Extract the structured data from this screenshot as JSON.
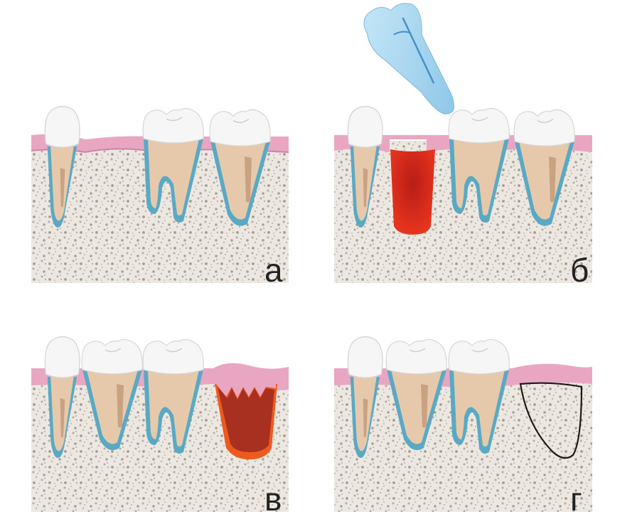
{
  "panels": [
    {
      "id": "a",
      "label": "а",
      "stage": "teeth-in-bone"
    },
    {
      "id": "b",
      "label": "б",
      "stage": "extraction-with-blood-filled-socket"
    },
    {
      "id": "c",
      "label": "в",
      "stage": "clot-organization"
    },
    {
      "id": "d",
      "label": "г",
      "stage": "bone-filled-socket"
    }
  ],
  "colors": {
    "bone": "#ece8e1",
    "bone_pore": "#b9b1a6",
    "gum": "#e9a6c3",
    "gum_dark": "#d57fa7",
    "enamel": "#f6f6f6",
    "root": "#e6c9ab",
    "root_canal": "#c8a282",
    "ligament": "#5aa9c4",
    "blood": "#e0301e",
    "blood_dark": "#c01f14",
    "clot": "#a83020",
    "clot_rim": "#ee5a1e",
    "extracted_tooth": "#a9d6ef"
  }
}
